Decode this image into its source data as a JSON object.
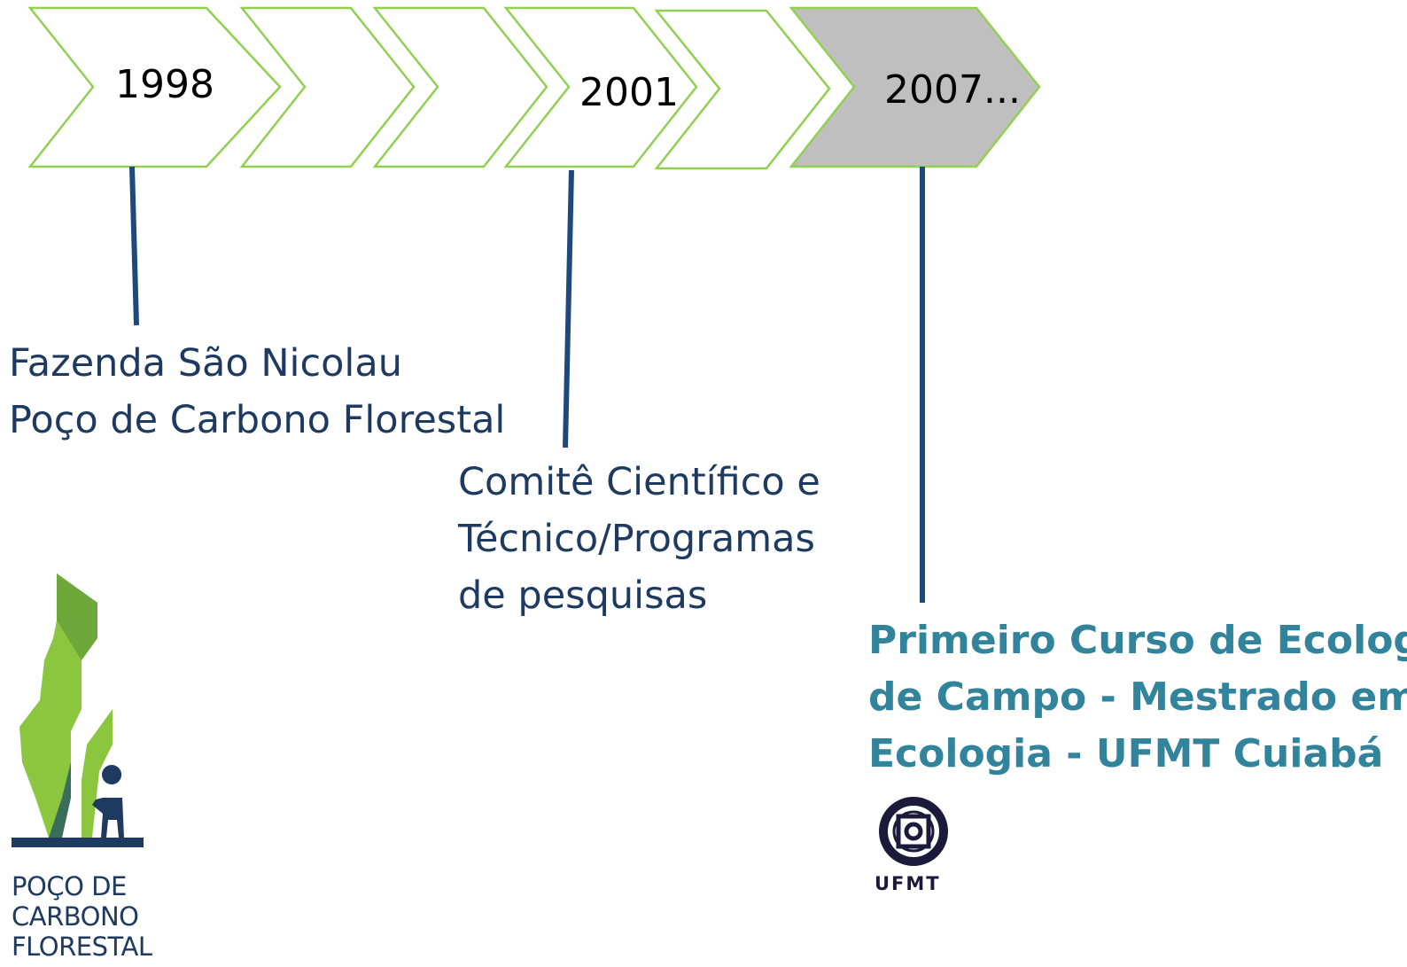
{
  "timeline": {
    "years": [
      "1998",
      "2001",
      "2007..."
    ],
    "highlight_color": "#bfbfbf",
    "outline_color": "#92d050",
    "connector_color": "#1f497d"
  },
  "events": {
    "e1998": {
      "lines": [
        "Fazenda São Nicolau",
        "Poço de Carbono Florestal"
      ]
    },
    "e2001": {
      "lines": [
        "Comitê Científico e",
        "Técnico/Programas",
        "de pesquisas"
      ]
    },
    "e2007": {
      "lines": [
        "Primeiro Curso de Ecologia",
        "de Campo - Mestrado em",
        "Ecologia - UFMT Cuiabá"
      ]
    }
  },
  "logos": {
    "poco": {
      "lines": [
        "POÇO DE",
        "CARBONO",
        "FLORESTAL"
      ]
    },
    "ufmt": {
      "label": "UFMT"
    }
  },
  "colors": {
    "event_text": "#1f3a60",
    "highlight_text": "#31849b",
    "logo_green": "#8cc63f",
    "logo_navy": "#1f3a60"
  }
}
